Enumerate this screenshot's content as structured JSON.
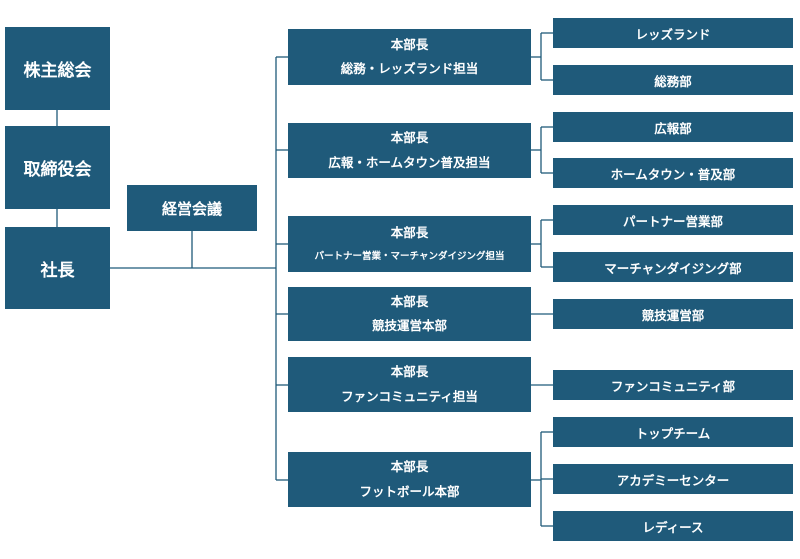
{
  "left": {
    "shareholders": "株主総会",
    "board": "取締役会",
    "president": "社長",
    "council": "経営会議"
  },
  "divisions": [
    {
      "title": "本部長",
      "name": "総務・レッズランド担当",
      "departments": [
        "レッズランド",
        "総務部"
      ]
    },
    {
      "title": "本部長",
      "name": "広報・ホームタウン普及担当",
      "departments": [
        "広報部",
        "ホームタウン・普及部"
      ]
    },
    {
      "title": "本部長",
      "name": "パートナー営業・マーチャンダイジング担当",
      "departments": [
        "パートナー営業部",
        "マーチャンダイジング部"
      ]
    },
    {
      "title": "本部長",
      "name": "競技運営本部",
      "departments": [
        "競技運営部"
      ]
    },
    {
      "title": "本部長",
      "name": "ファンコミュニティ担当",
      "departments": [
        "ファンコミュニティ部"
      ]
    },
    {
      "title": "本部長",
      "name": "フットボール本部",
      "departments": [
        "トップチーム",
        "アカデミーセンター",
        "レディース"
      ]
    }
  ],
  "colors": {
    "box": "#1f5a7a",
    "text": "#ffffff",
    "line": "#1f5a7a"
  }
}
